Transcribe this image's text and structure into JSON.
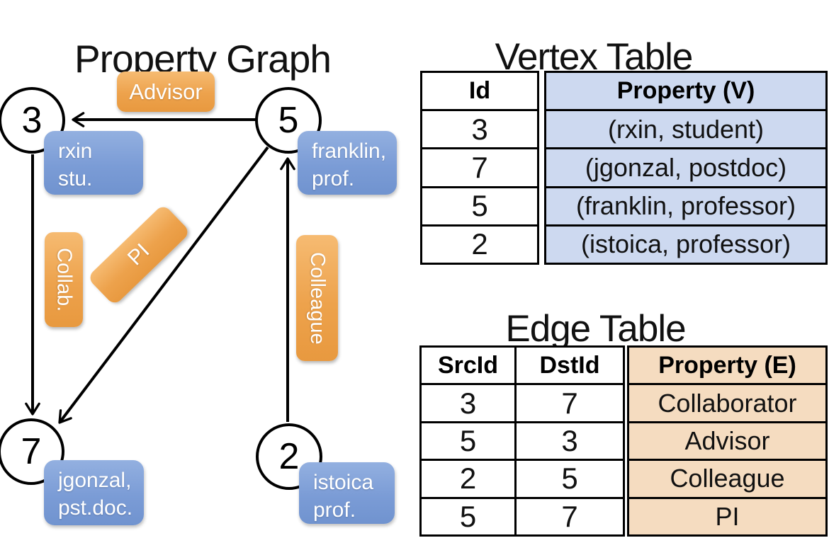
{
  "colors": {
    "edge_label_orange": "#eda24c",
    "vertex_box_blue": "#7b9cd6",
    "vertex_table_fill": "#cdd9f0",
    "edge_table_fill": "#f5dcc0",
    "line_black": "#000000",
    "text_white": "#ffffff"
  },
  "graph": {
    "title": "Property Graph",
    "nodes": [
      {
        "id": "3",
        "label_lines": [
          "rxin",
          "stu."
        ]
      },
      {
        "id": "5",
        "label_lines": [
          "franklin,",
          "prof."
        ]
      },
      {
        "id": "7",
        "label_lines": [
          "jgonzal,",
          "pst.doc."
        ]
      },
      {
        "id": "2",
        "label_lines": [
          "istoica",
          "prof."
        ]
      }
    ],
    "edges": [
      {
        "src": "5",
        "dst": "3",
        "label": "Advisor"
      },
      {
        "src": "3",
        "dst": "7",
        "label": "Collab."
      },
      {
        "src": "5",
        "dst": "7",
        "label": "PI"
      },
      {
        "src": "2",
        "dst": "5",
        "label": "Colleague"
      }
    ]
  },
  "vertex_table": {
    "title": "Vertex Table",
    "columns": [
      "Id",
      "Property (V)"
    ],
    "rows": [
      [
        "3",
        "(rxin, student)"
      ],
      [
        "7",
        "(jgonzal, postdoc)"
      ],
      [
        "5",
        "(franklin, professor)"
      ],
      [
        "2",
        "(istoica, professor)"
      ]
    ]
  },
  "edge_table": {
    "title": "Edge Table",
    "columns": [
      "SrcId",
      "DstId",
      "Property (E)"
    ],
    "rows": [
      [
        "3",
        "7",
        "Collaborator"
      ],
      [
        "5",
        "3",
        "Advisor"
      ],
      [
        "2",
        "5",
        "Colleague"
      ],
      [
        "5",
        "7",
        "PI"
      ]
    ]
  }
}
